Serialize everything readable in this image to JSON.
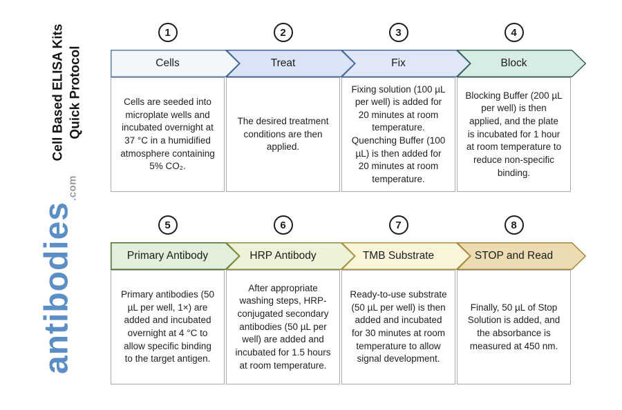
{
  "sidebar": {
    "title_line1": "Cell Based ELISA Kits",
    "title_line2": "Quick Protocol",
    "logo_text": "antibodies",
    "logo_suffix": ".com",
    "logo_color": "#5b8ec4",
    "logo_suffix_color": "#9a9a9a"
  },
  "rows": [
    {
      "steps": [
        {
          "number": "1",
          "title": "Cells",
          "description": "Cells are seeded into microplate wells and incubated overnight at 37 °C in a humidified atmosphere containing 5% CO₂.",
          "fill_color": "#f2f7fb",
          "border_color": "#5d7ea4"
        },
        {
          "number": "2",
          "title": "Treat",
          "description": "The desired treatment conditions are then applied.",
          "fill_color": "#dbe4f6",
          "border_color": "#40618f"
        },
        {
          "number": "3",
          "title": "Fix",
          "description": "Fixing solution (100 µL per well) is added for 20 minutes at room temperature. Quenching Buffer (100 µL) is then added for 20 minutes at room temperature.",
          "fill_color": "#e0e8f8",
          "border_color": "#4a6b96"
        },
        {
          "number": "4",
          "title": "Block",
          "description": "Blocking Buffer (200 µL per well) is then applied, and the plate is incubated for 1 hour at room temperature to reduce non-specific binding.",
          "fill_color": "#d6ece5",
          "border_color": "#356158"
        }
      ]
    },
    {
      "steps": [
        {
          "number": "5",
          "title": "Primary Antibody",
          "description": "Primary antibodies (50 µL per well, 1×) are added and incubated overnight at 4 °C to allow specific binding to the target antigen.",
          "fill_color": "#e2efda",
          "border_color": "#49702d"
        },
        {
          "number": "6",
          "title": "HRP Antibody",
          "description": "After appropriate washing steps, HRP-conjugated secondary antibodies (50 µL per well) are added and incubated for 1.5 hours at room temperature.",
          "fill_color": "#edf3d8",
          "border_color": "#8a8c3d"
        },
        {
          "number": "7",
          "title": "TMB Substrate",
          "description": "Ready-to-use substrate (50 µL per well) is then added and incubated for 30 minutes at room temperature to allow signal development.",
          "fill_color": "#f9f5da",
          "border_color": "#b2913f"
        },
        {
          "number": "8",
          "title": "STOP and Read",
          "description": "Finally, 50 µL of Stop Solution is added, and the absorbance is measured at 450 nm.",
          "fill_color": "#ecdcb2",
          "border_color": "#a5853b"
        }
      ]
    }
  ]
}
